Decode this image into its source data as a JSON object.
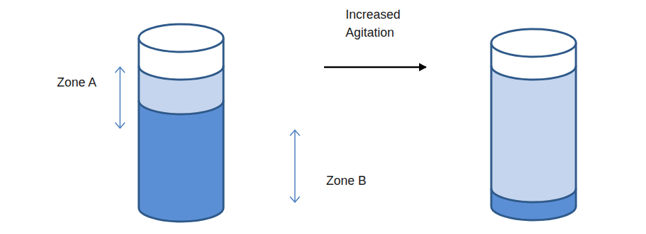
{
  "diagram": {
    "labels": [
      "Increased Agitation",
      "Zone A",
      "Zone B"
    ]
  }
}
